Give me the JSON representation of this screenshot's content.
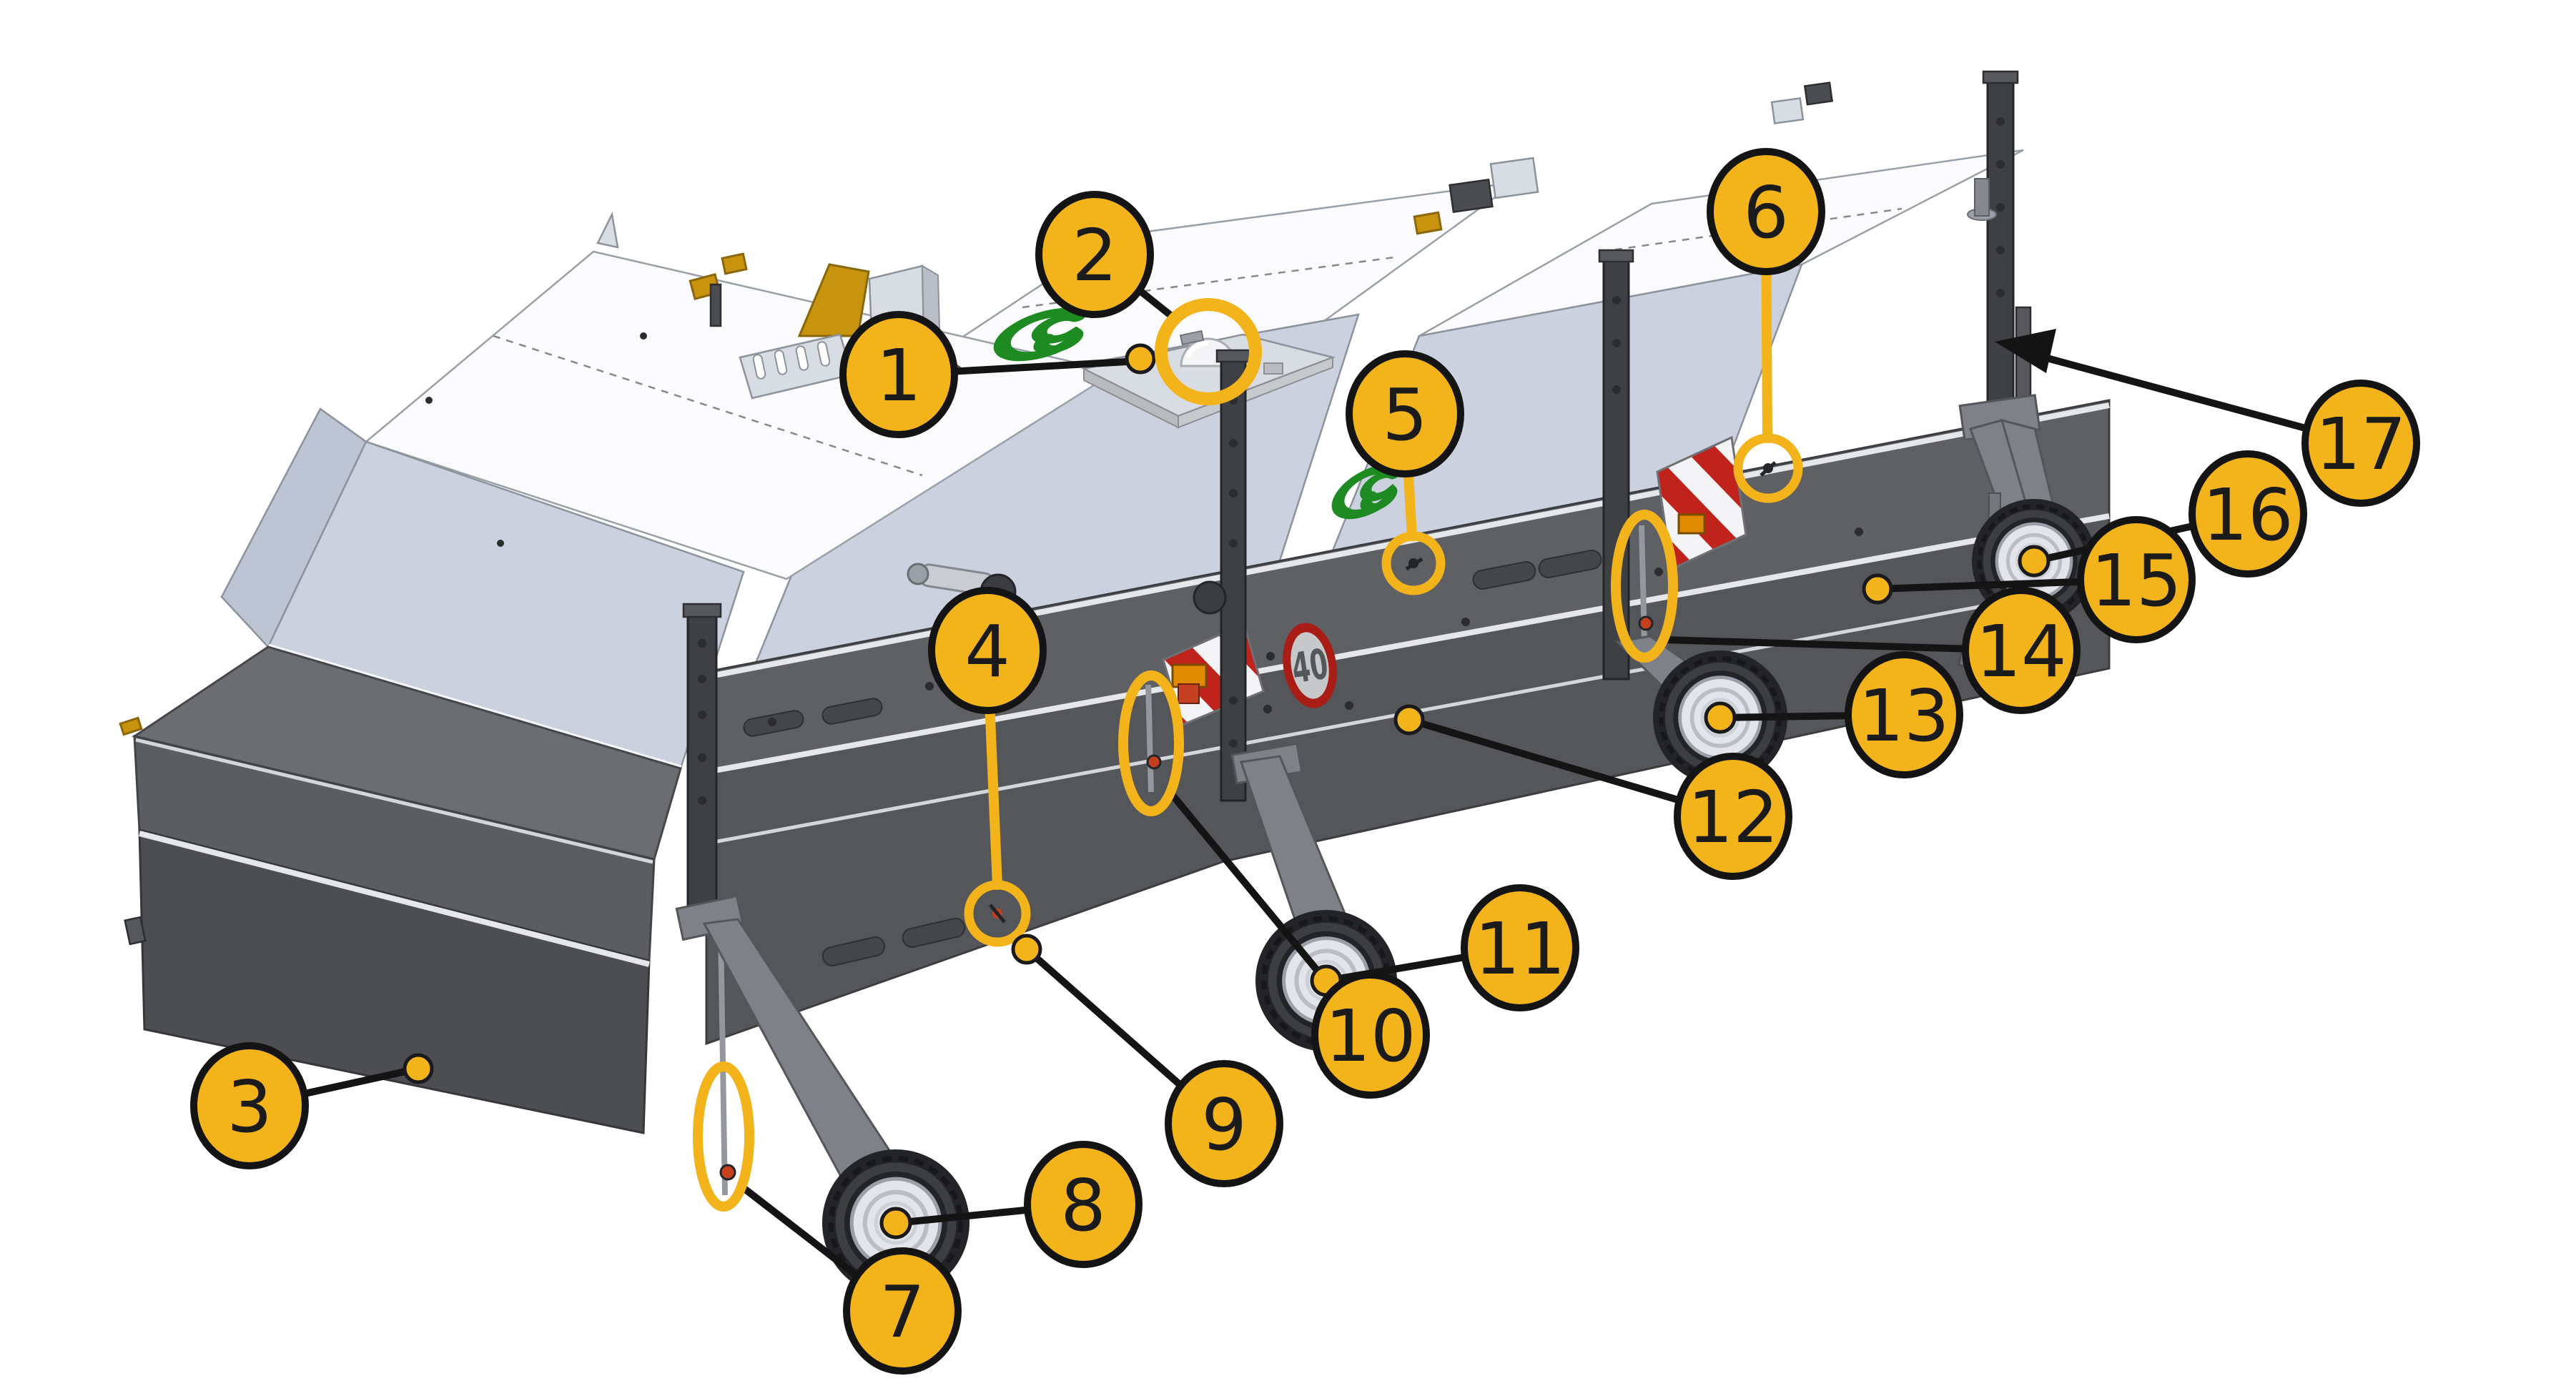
{
  "diagram": {
    "kind": "cad-parts-callout-illustration",
    "subject": "multi-section towed agricultural machine with support wheels",
    "background_color": "#FFFFFF",
    "callout_count": 17
  },
  "callouts": [
    {
      "label": "1"
    },
    {
      "label": "2"
    },
    {
      "label": "3"
    },
    {
      "label": "4"
    },
    {
      "label": "5"
    },
    {
      "label": "6"
    },
    {
      "label": "7"
    },
    {
      "label": "8"
    },
    {
      "label": "9"
    },
    {
      "label": "10"
    },
    {
      "label": "11"
    },
    {
      "label": "12"
    },
    {
      "label": "13"
    },
    {
      "label": "14"
    },
    {
      "label": "15"
    },
    {
      "label": "16"
    },
    {
      "label": "17"
    }
  ],
  "signage": {
    "speed_limit": "40"
  },
  "icons": {
    "gps_dome": "gps-antenna-dome",
    "brand_logo": "green-spiral-logo",
    "hazard_marker": "red-white-hazard-stripes",
    "direction_arrow": "black-arrow"
  },
  "colors": {
    "callout_fill": "#F2B31B",
    "callout_border": "#141414",
    "leader_line": "#141414",
    "highlight_yellow": "#F2B31B",
    "logo_green": "#1E8B22",
    "hazard_red": "#C0231C",
    "sign_ring_red": "#A81D15",
    "cover_white": "#FBFBFD",
    "cover_slope_gray": "#CBD1DE",
    "body_gray": "#5E6064",
    "skirt_gray": "#54565A",
    "tire_black": "#232427",
    "rim_silver": "#E3E5EA",
    "brass": "#C8930F"
  }
}
